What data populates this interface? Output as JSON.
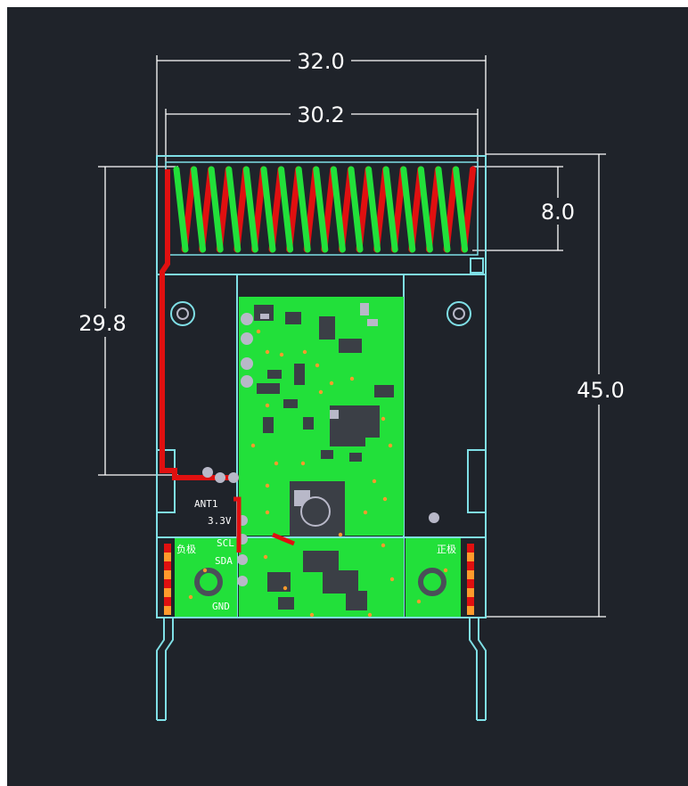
{
  "dimensions": {
    "overall_width": "32.0",
    "antenna_width": "30.2",
    "antenna_height": "8.0",
    "antenna_offset": "29.8",
    "overall_height": "45.0"
  },
  "silkscreen": {
    "antenna": "ANT1",
    "voltage": "3.3V",
    "scl": "SCL",
    "sda": "SDA",
    "gnd": "GND",
    "negative": "负极",
    "positive": "正极"
  },
  "colors": {
    "background": "#1f232a",
    "outline": "#7fdfe6",
    "board": "#22e03a",
    "trace": "#e01010",
    "dimension": "#ffffff",
    "pad": "#b8b8c8"
  }
}
